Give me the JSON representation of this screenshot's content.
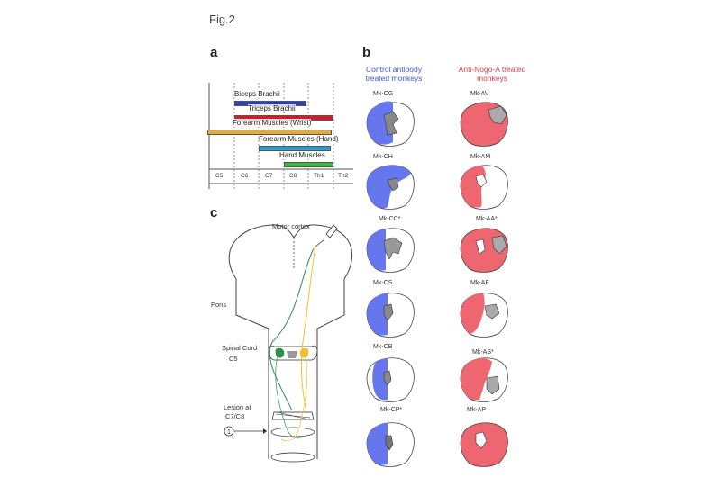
{
  "figure_title": "Fig.2",
  "panels": {
    "a": {
      "label": "a",
      "muscles": [
        {
          "name": "Biceps Brachii",
          "color": "#2b3fb6"
        },
        {
          "name": "Triceps Brachii",
          "color": "#d8192a"
        },
        {
          "name": "Forearm Muscles (Wrist)",
          "color": "#e8a935"
        },
        {
          "name": "Forearm Muscles (Hand)",
          "color": "#2a9fd6"
        },
        {
          "name": "Hand Muscles",
          "color": "#2fbf3a"
        }
      ],
      "segments": [
        "C5",
        "C6",
        "C7",
        "C8",
        "Th1",
        "Th2"
      ]
    },
    "b": {
      "label": "b",
      "control_header": "Control antibody treated monkeys",
      "anti_header": "Anti-Nogo-A treated monkeys",
      "control_color": "#6677ee",
      "anti_color": "#ee6670",
      "control_monkeys": [
        "Mk-CG",
        "Mk-CH",
        "Mk-CC*",
        "Mk-CS",
        "Mk-CB",
        "Mk-CP*"
      ],
      "anti_monkeys": [
        "Mk-AV",
        "Mk-AM",
        "Mk-AA*",
        "Mk-AF",
        "Mk-AS*",
        "Mk-AP"
      ]
    },
    "c": {
      "label": "c",
      "motor_cortex": "Motor cortex",
      "pons": "Pons",
      "spinal_cord": "Spinal Cord",
      "c5": "C5",
      "lesion_line1": "Lesion at",
      "lesion_line2": "C7/C8",
      "marker": "1"
    }
  }
}
